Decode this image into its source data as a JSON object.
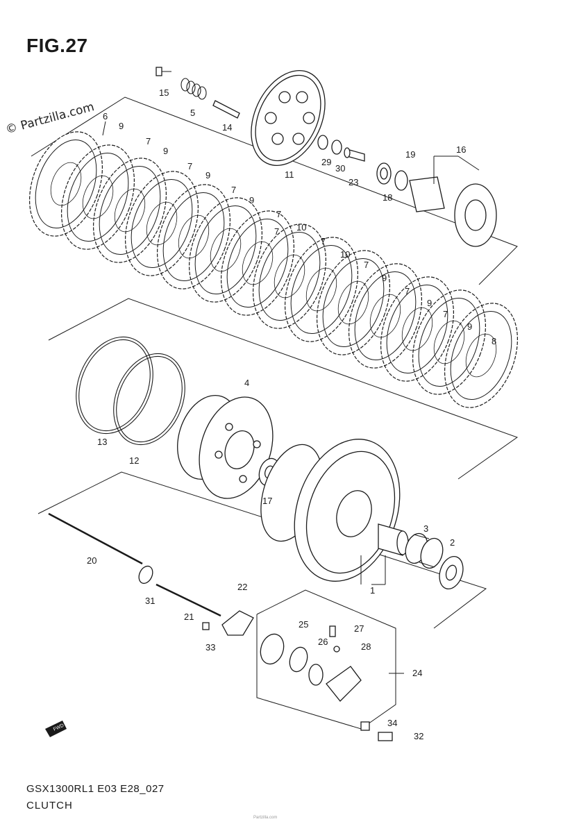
{
  "figure": {
    "title": "FIG.27",
    "watermark": "© Partzilla.com",
    "code": "GSX1300RL1 E03 E28_027",
    "subtitle": "CLUTCH",
    "footer": "Partzilla.com"
  },
  "fwd_label": "FWD",
  "callouts": [
    {
      "id": "1",
      "text": "1"
    },
    {
      "id": "2",
      "text": "2"
    },
    {
      "id": "3",
      "text": "3"
    },
    {
      "id": "4",
      "text": "4"
    },
    {
      "id": "5",
      "text": "5"
    },
    {
      "id": "6",
      "text": "6"
    },
    {
      "id": "7a",
      "text": "7"
    },
    {
      "id": "7b",
      "text": "7"
    },
    {
      "id": "7c",
      "text": "7"
    },
    {
      "id": "7d",
      "text": "7"
    },
    {
      "id": "7e",
      "text": "7"
    },
    {
      "id": "7f",
      "text": "7"
    },
    {
      "id": "7g",
      "text": "7"
    },
    {
      "id": "7h",
      "text": "7"
    },
    {
      "id": "7i",
      "text": "7"
    },
    {
      "id": "8",
      "text": "8"
    },
    {
      "id": "9a",
      "text": "9"
    },
    {
      "id": "9b",
      "text": "9"
    },
    {
      "id": "9c",
      "text": "9"
    },
    {
      "id": "9d",
      "text": "9"
    },
    {
      "id": "9e",
      "text": "9"
    },
    {
      "id": "9f",
      "text": "9"
    },
    {
      "id": "9g",
      "text": "9"
    },
    {
      "id": "10a",
      "text": "10"
    },
    {
      "id": "10b",
      "text": "10"
    },
    {
      "id": "11",
      "text": "11"
    },
    {
      "id": "12",
      "text": "12"
    },
    {
      "id": "13",
      "text": "13"
    },
    {
      "id": "14",
      "text": "14"
    },
    {
      "id": "15",
      "text": "15"
    },
    {
      "id": "16",
      "text": "16"
    },
    {
      "id": "17",
      "text": "17"
    },
    {
      "id": "18",
      "text": "18"
    },
    {
      "id": "19",
      "text": "19"
    },
    {
      "id": "20",
      "text": "20"
    },
    {
      "id": "21",
      "text": "21"
    },
    {
      "id": "22",
      "text": "22"
    },
    {
      "id": "23",
      "text": "23"
    },
    {
      "id": "24",
      "text": "24"
    },
    {
      "id": "25",
      "text": "25"
    },
    {
      "id": "26",
      "text": "26"
    },
    {
      "id": "27",
      "text": "27"
    },
    {
      "id": "28",
      "text": "28"
    },
    {
      "id": "29",
      "text": "29"
    },
    {
      "id": "30",
      "text": "30"
    },
    {
      "id": "31",
      "text": "31"
    },
    {
      "id": "32",
      "text": "32"
    },
    {
      "id": "33",
      "text": "33"
    },
    {
      "id": "34",
      "text": "34"
    }
  ]
}
